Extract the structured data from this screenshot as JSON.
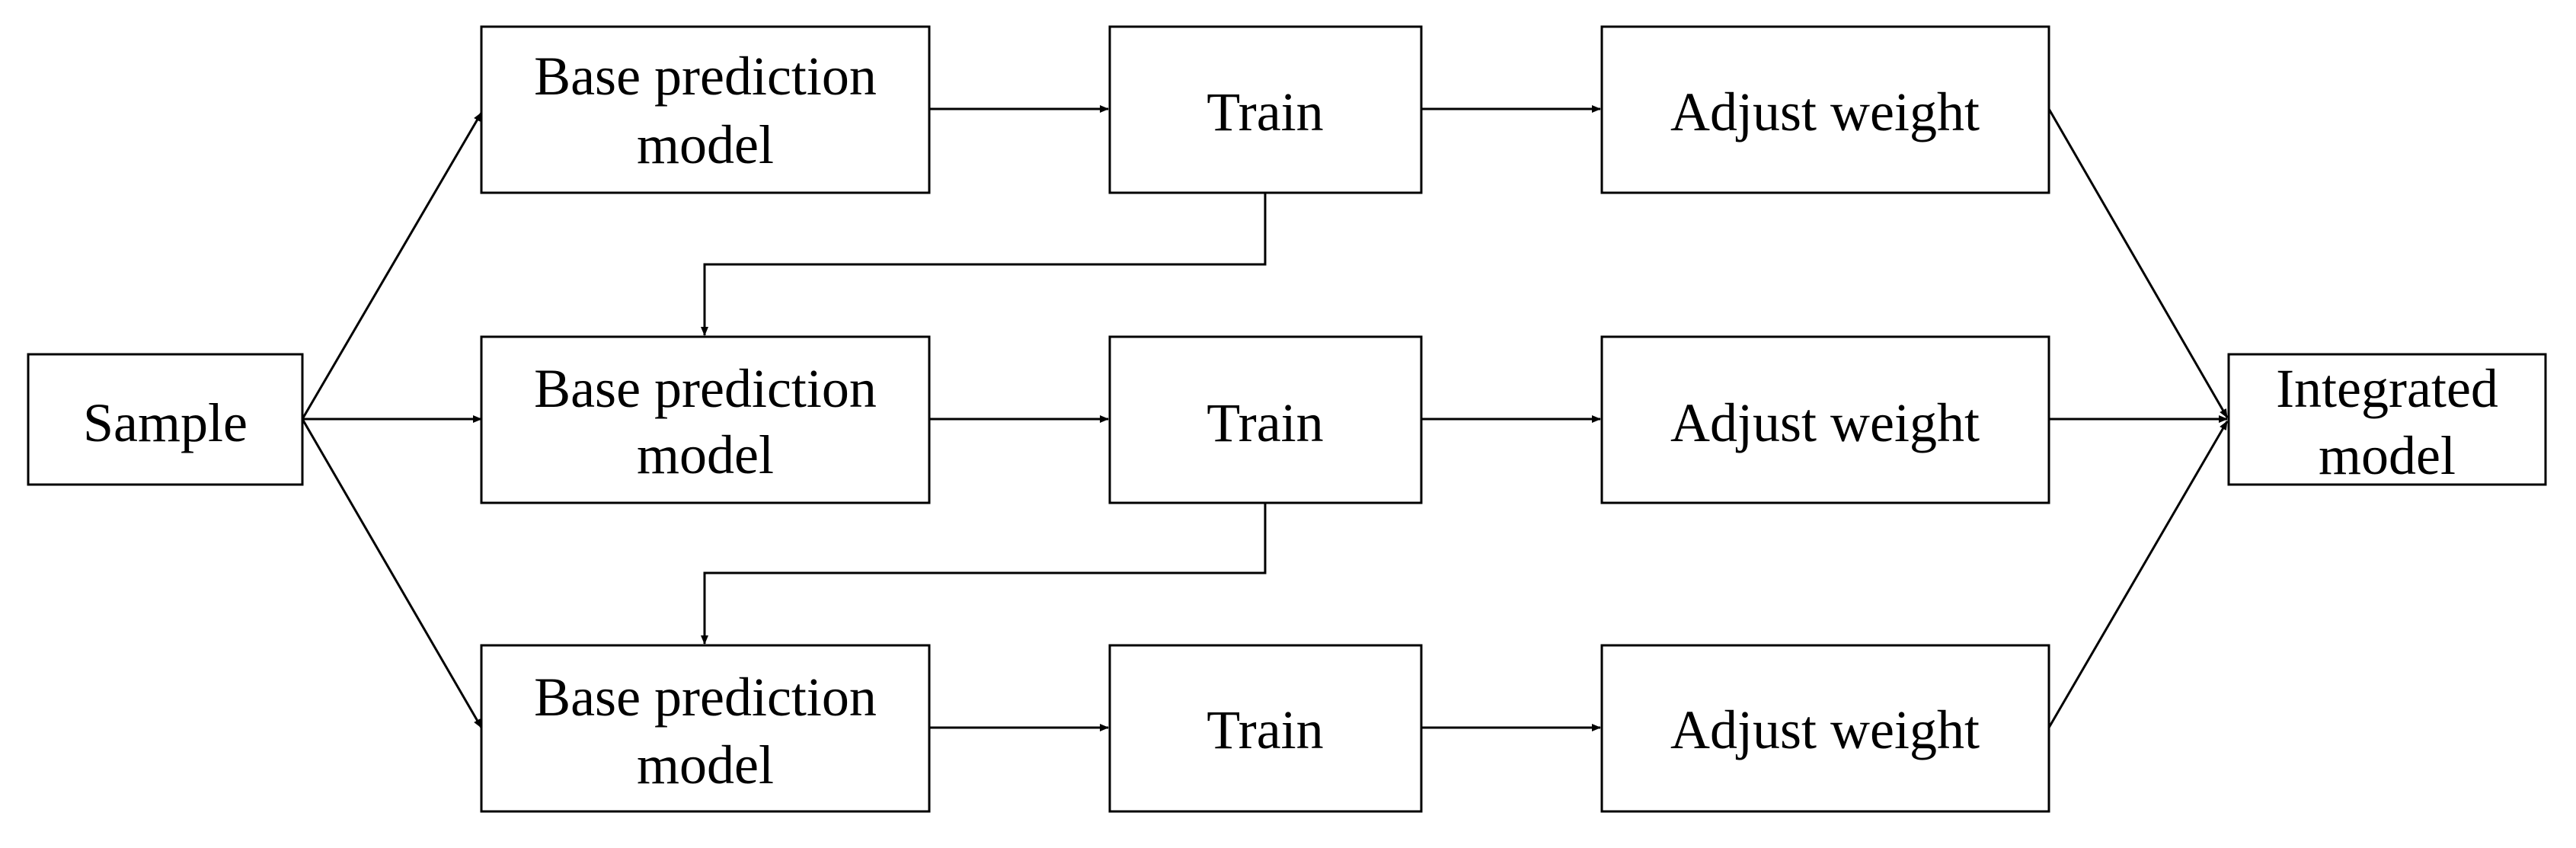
{
  "diagram": {
    "sample": {
      "label": "Sample"
    },
    "rows": [
      {
        "base": {
          "line1": "Base prediction",
          "line2": "model"
        },
        "train": {
          "label": "Train"
        },
        "adjust": {
          "label": "Adjust weight"
        }
      },
      {
        "base": {
          "line1": "Base prediction",
          "line2": "model"
        },
        "train": {
          "label": "Train"
        },
        "adjust": {
          "label": "Adjust weight"
        }
      },
      {
        "base": {
          "line1": "Base prediction",
          "line2": "model"
        },
        "train": {
          "label": "Train"
        },
        "adjust": {
          "label": "Adjust weight"
        }
      }
    ],
    "integrated": {
      "line1": "Integrated",
      "line2": "model"
    }
  }
}
